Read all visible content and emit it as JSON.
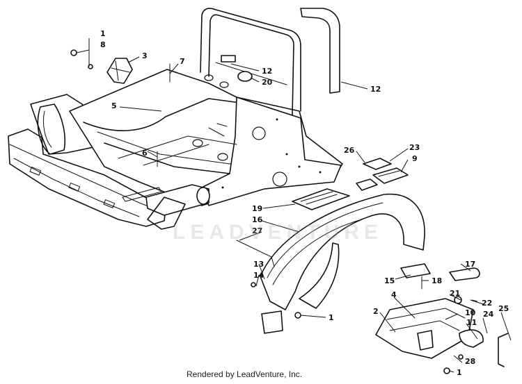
{
  "callouts": [
    {
      "id": "c1a",
      "text": "1"
    },
    {
      "id": "c8",
      "text": "8"
    },
    {
      "id": "c3",
      "text": "3"
    },
    {
      "id": "c7",
      "text": "7"
    },
    {
      "id": "c12a",
      "text": "12"
    },
    {
      "id": "c20",
      "text": "20"
    },
    {
      "id": "c12b",
      "text": "12"
    },
    {
      "id": "c5",
      "text": "5"
    },
    {
      "id": "c6",
      "text": "6"
    },
    {
      "id": "c26",
      "text": "26"
    },
    {
      "id": "c23",
      "text": "23"
    },
    {
      "id": "c9",
      "text": "9"
    },
    {
      "id": "c19",
      "text": "19"
    },
    {
      "id": "c16",
      "text": "16"
    },
    {
      "id": "c27",
      "text": "27"
    },
    {
      "id": "c13",
      "text": "13"
    },
    {
      "id": "c14",
      "text": "14"
    },
    {
      "id": "c17",
      "text": "17"
    },
    {
      "id": "c15",
      "text": "15"
    },
    {
      "id": "c18",
      "text": "18"
    },
    {
      "id": "c4",
      "text": "4"
    },
    {
      "id": "c21",
      "text": "21"
    },
    {
      "id": "c22",
      "text": "22"
    },
    {
      "id": "c2",
      "text": "2"
    },
    {
      "id": "c10",
      "text": "10"
    },
    {
      "id": "c24",
      "text": "24"
    },
    {
      "id": "c25",
      "text": "25"
    },
    {
      "id": "c11",
      "text": "11"
    },
    {
      "id": "c1b",
      "text": "1"
    },
    {
      "id": "c28",
      "text": "28"
    },
    {
      "id": "c1c",
      "text": "1"
    }
  ],
  "watermark": "LEADVENTURE",
  "credit": "Rendered by LeadVenture, Inc."
}
